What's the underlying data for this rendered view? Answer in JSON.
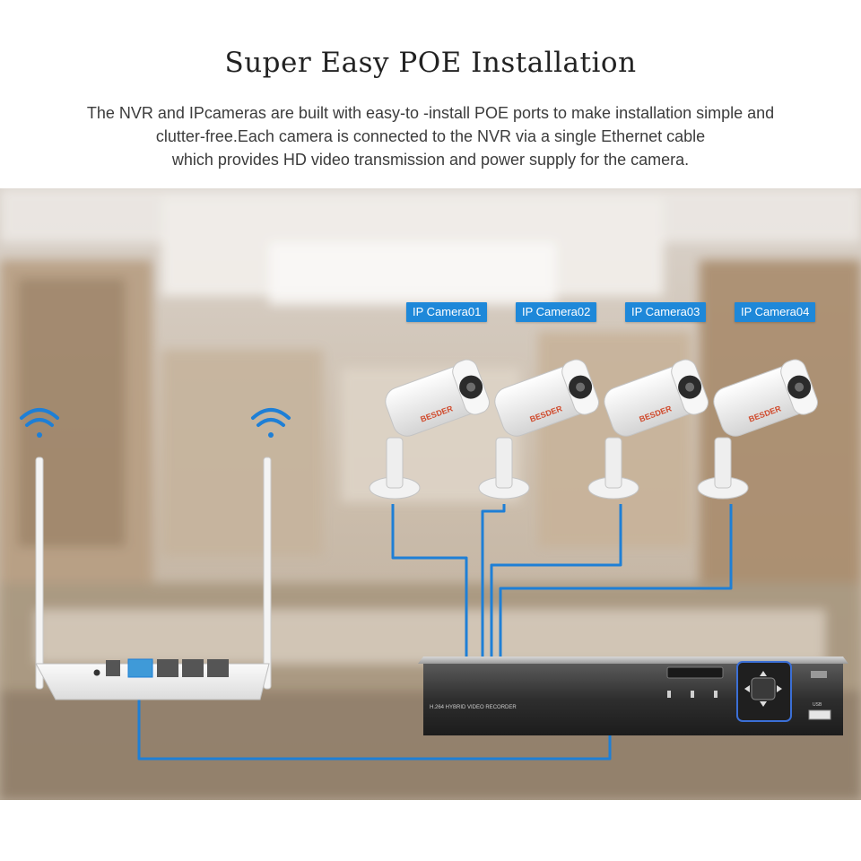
{
  "header": {
    "title": "Super Easy POE Installation",
    "description_lines": [
      "The NVR and IPcameras are built with easy-to -install POE ports to make installation simple and",
      "clutter-free.Each camera is connected to the NVR via a single Ethernet cable",
      "which provides HD video transmission and power supply for the camera."
    ]
  },
  "cameras": [
    {
      "label": "IP Camera01",
      "brand": "BESDER"
    },
    {
      "label": "IP Camera02",
      "brand": "BESDER"
    },
    {
      "label": "IP Camera03",
      "brand": "BESDER"
    },
    {
      "label": "IP Camera04",
      "brand": "BESDER"
    }
  ],
  "nvr": {
    "model_text": "H.264 HYBRID VIDEO RECORDER",
    "usb_label": "USB"
  },
  "colors": {
    "cable": "#1e7fd6",
    "label_bg": "#1e88d9",
    "wifi": "#1e7fd6",
    "nvr_body": "#3c3c3c"
  }
}
